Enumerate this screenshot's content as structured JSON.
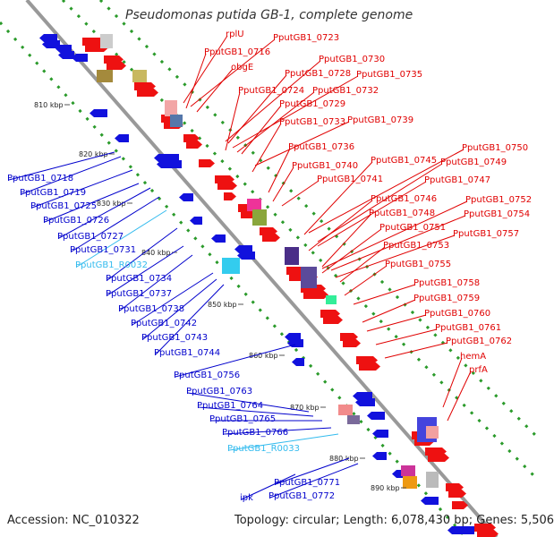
{
  "title": "Pseudomonas putida GB-1, complete genome",
  "footer": {
    "accession": "Accession: NC_010322",
    "topology": "Topology: circular; Length: 6,078,430 bp; Genes: 5,506"
  },
  "colors": {
    "forward_label": "#e00000",
    "reverse_label": "#0000cc",
    "rna_label": "#33bbee",
    "backbone": "#888888",
    "feature_red": "#ee1111",
    "feature_blue": "#1111dd"
  },
  "ticks": [
    "810 kbp",
    "820 kbp",
    "830 kbp",
    "840 kbp",
    "850 kbp",
    "860 kbp",
    "870 kbp",
    "880 kbp",
    "890 kbp"
  ],
  "forward_labels": [
    "rplU",
    "PputGB1_0723",
    "PputGB1_0716",
    "obgE",
    "PputGB1_0730",
    "PputGB1_0728",
    "PputGB1_0735",
    "PputGB1_0724",
    "PputGB1_0732",
    "PputGB1_0729",
    "PputGB1_0739",
    "PputGB1_0733",
    "PputGB1_0736",
    "PputGB1_0750",
    "PputGB1_0745",
    "PputGB1_0749",
    "PputGB1_0740",
    "PputGB1_0747",
    "PputGB1_0741",
    "PputGB1_0746",
    "PputGB1_0752",
    "PputGB1_0748",
    "PputGB1_0754",
    "PputGB1_0751",
    "PputGB1_0757",
    "PputGB1_0753",
    "PputGB1_0755",
    "PputGB1_0758",
    "PputGB1_0759",
    "PputGB1_0760",
    "PputGB1_0761",
    "PputGB1_0762",
    "hemA",
    "prfA"
  ],
  "reverse_labels": [
    "PputGB1_0718",
    "PputGB1_0719",
    "PputGB1_0725",
    "PputGB1_0726",
    "PputGB1_0727",
    "PputGB1_0731",
    "PputGB1_R0032",
    "PputGB1_0734",
    "PputGB1_0737",
    "PputGB1_0738",
    "PputGB1_0742",
    "PputGB1_0743",
    "PputGB1_0744",
    "PputGB1_0756",
    "PputGB1_0763",
    "PputGB1_0764",
    "PputGB1_0765",
    "PputGB1_0766",
    "PputGB1_R0033",
    "PputGB1_0771",
    "ipk",
    "PputGB1_0772"
  ]
}
